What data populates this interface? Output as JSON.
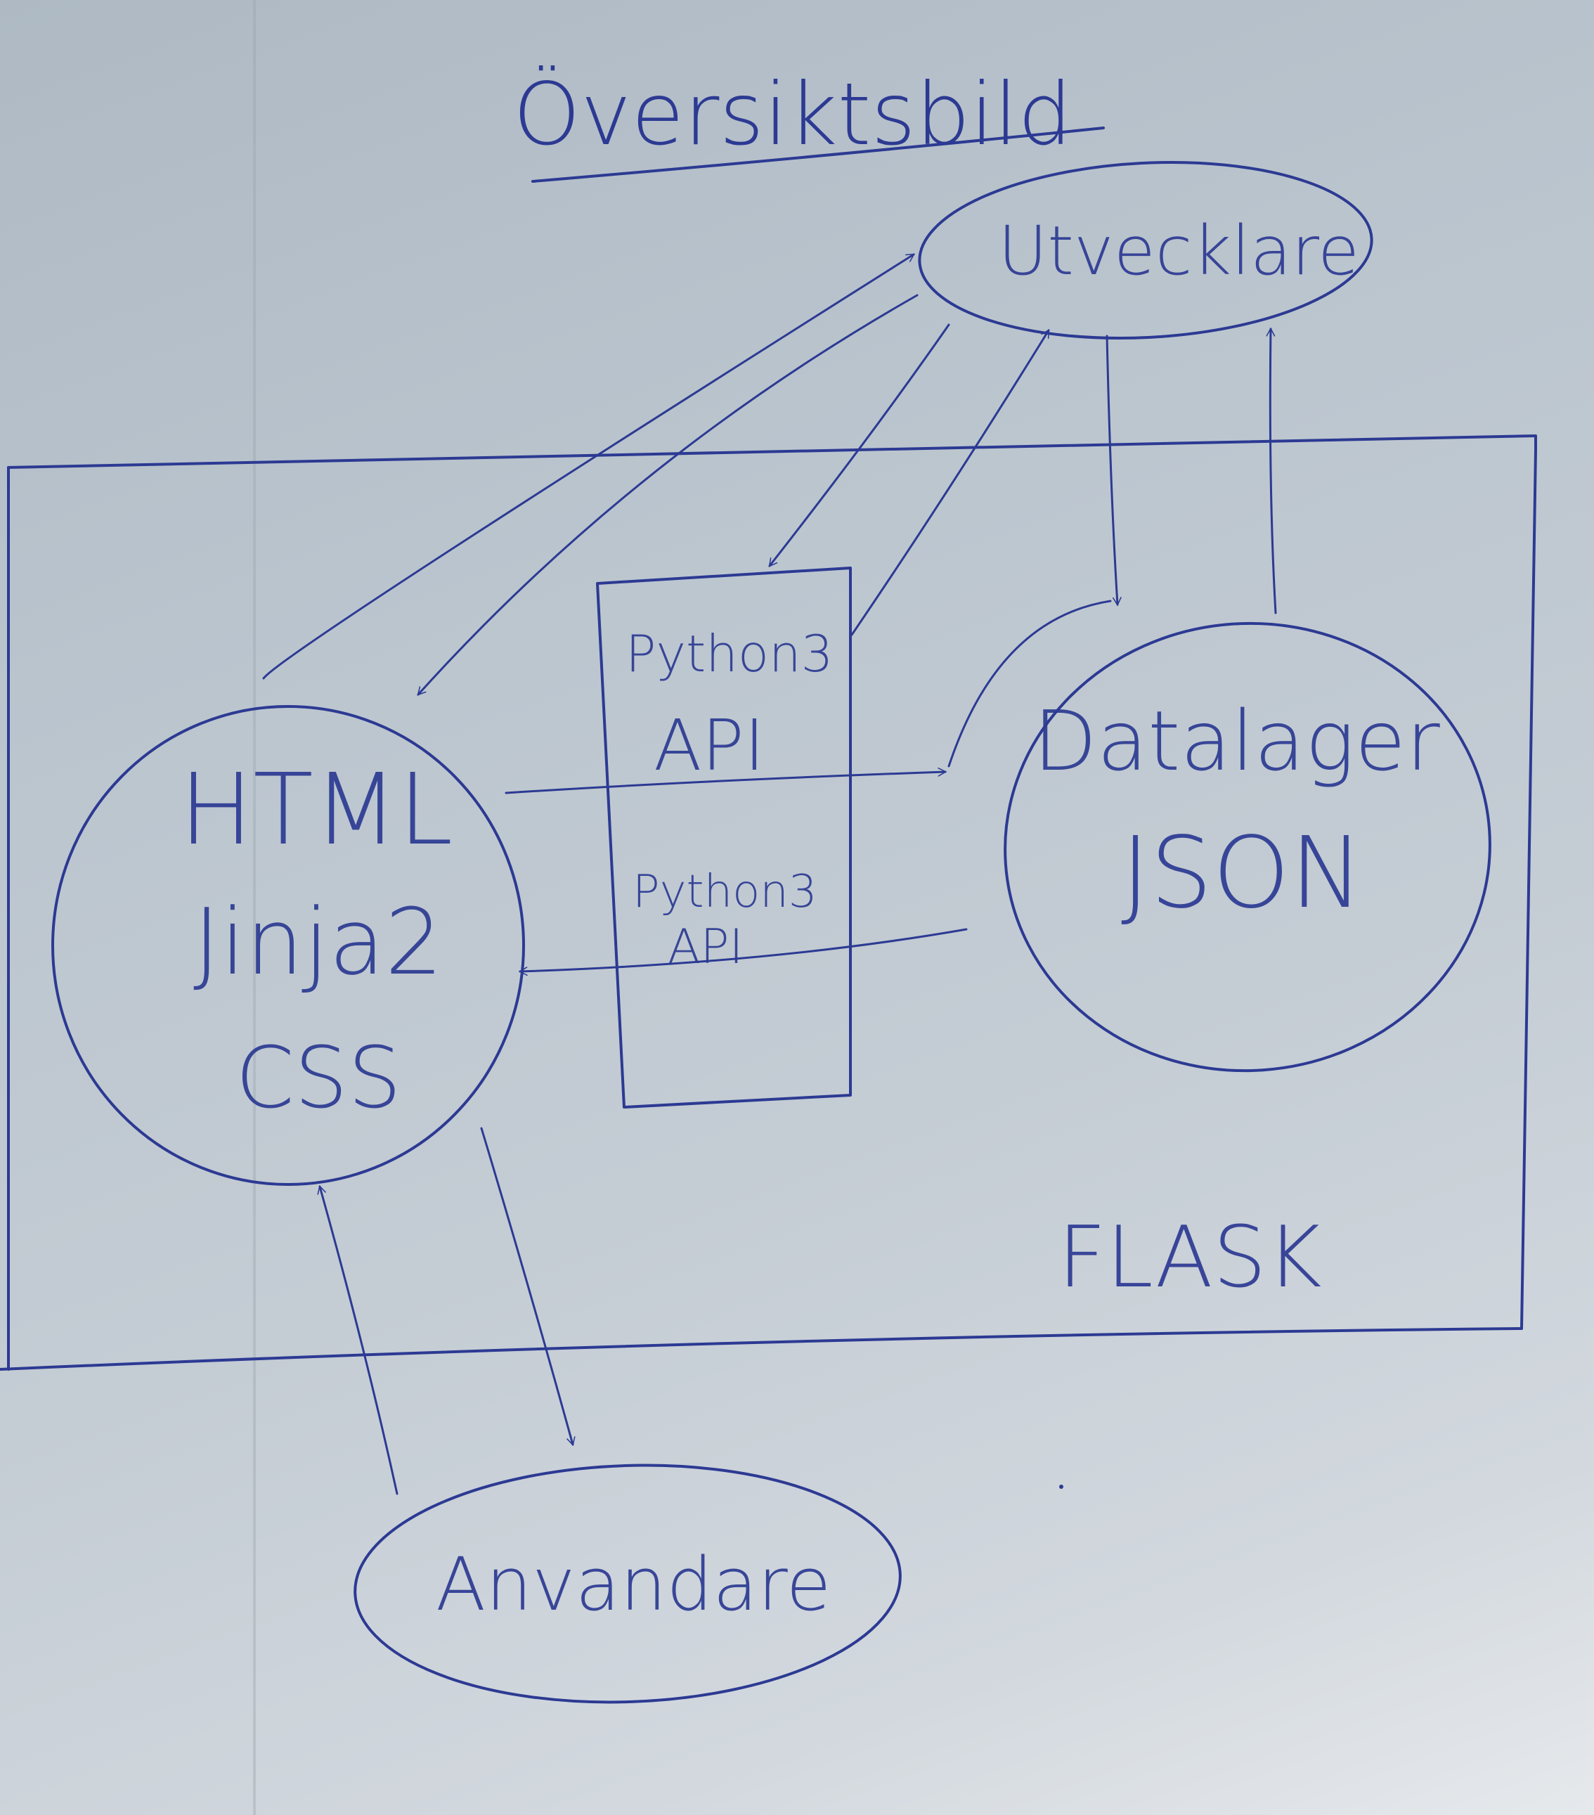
{
  "title": "Översiktsbild",
  "nodes": {
    "developer": "Utvecklare",
    "frontend": [
      "HTML",
      "Jinja2",
      "CSS"
    ],
    "api_top": [
      "Python3",
      "API"
    ],
    "api_bottom": [
      "Python3",
      "API"
    ],
    "datastore": [
      "Datalager",
      "JSON"
    ],
    "user": "Anvandare"
  },
  "container_label": "FLASK",
  "ink_color": "#2c3a93"
}
